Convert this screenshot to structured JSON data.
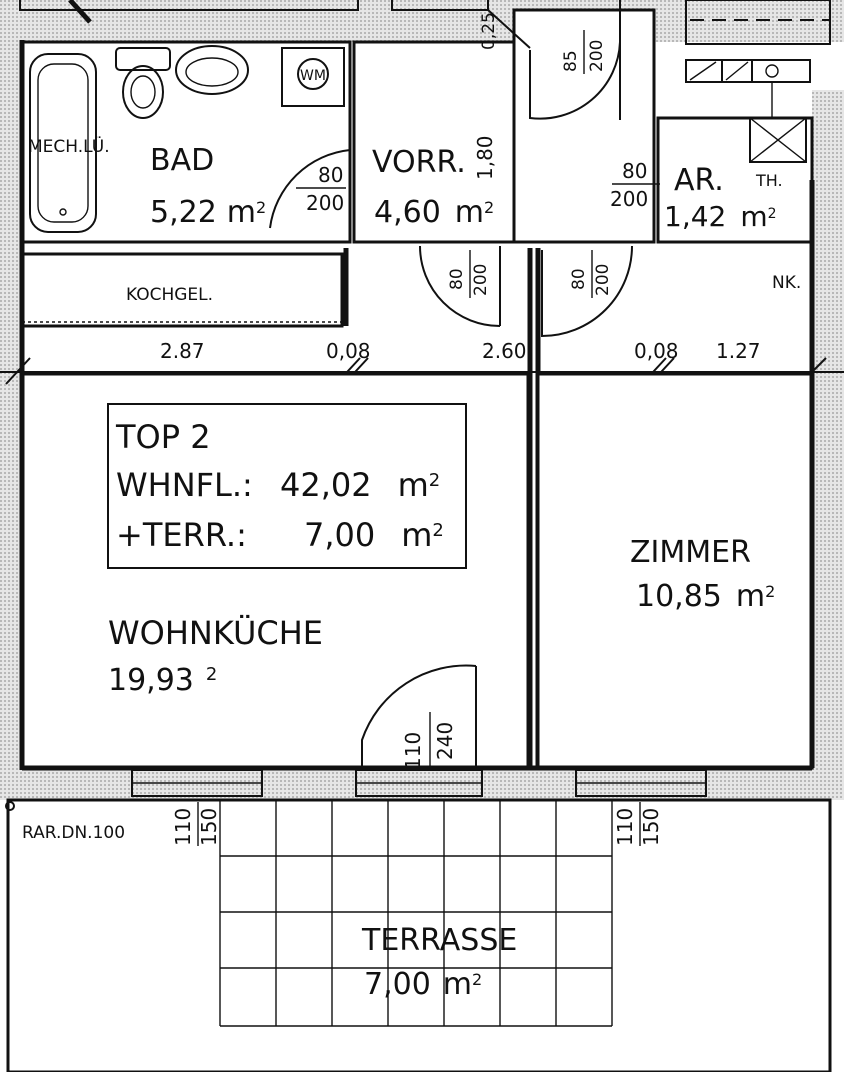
{
  "rooms": {
    "bad": {
      "name": "BAD",
      "area": "5,22"
    },
    "vorr": {
      "name": "VORR.",
      "area": "4,60"
    },
    "ar": {
      "name": "AR.",
      "area": "1,42"
    },
    "zimmer": {
      "name": "ZIMMER",
      "area": "10,85"
    },
    "wohnkueche": {
      "name": "WOHNKÜCHE",
      "area": "19,93"
    },
    "terrasse": {
      "name": "TERRASSE",
      "area": "7,00"
    }
  },
  "unit_m2": "m",
  "unit_sup": "2",
  "fixtures": {
    "mech": "MECH.LÜ.",
    "wm": "WM",
    "th": "TH.",
    "nk": "NK.",
    "kochgel": "KOCHGEL.",
    "rar": "RAR.DN.100"
  },
  "top_box": {
    "title": "TOP 2",
    "whnfl_label": "WHNFL.:",
    "whnfl_value": "42,02",
    "terr_label": "+TERR.:",
    "terr_value": "7,00"
  },
  "dims": {
    "d287": "2.87",
    "d008a": "0,08",
    "d260": "2.60",
    "d008b": "0,08",
    "d127": "1.27",
    "d180": "1,80",
    "d025": "0,25",
    "bad_door_w": "80",
    "bad_door_h": "200",
    "ar_door_w": "80",
    "ar_door_h": "200",
    "top_door_w": "85",
    "top_door_h": "200",
    "vorr_door1_w": "80",
    "vorr_door1_h": "200",
    "vorr_door2_w": "80",
    "vorr_door2_h": "200",
    "wk_door_w": "110",
    "wk_door_h": "240",
    "win_left_w": "110",
    "win_left_h": "150",
    "win_right_w": "110",
    "win_right_h": "150"
  },
  "colors": {
    "ink": "#111111",
    "paper": "#ffffff",
    "pattern": "#c8c8c8"
  }
}
